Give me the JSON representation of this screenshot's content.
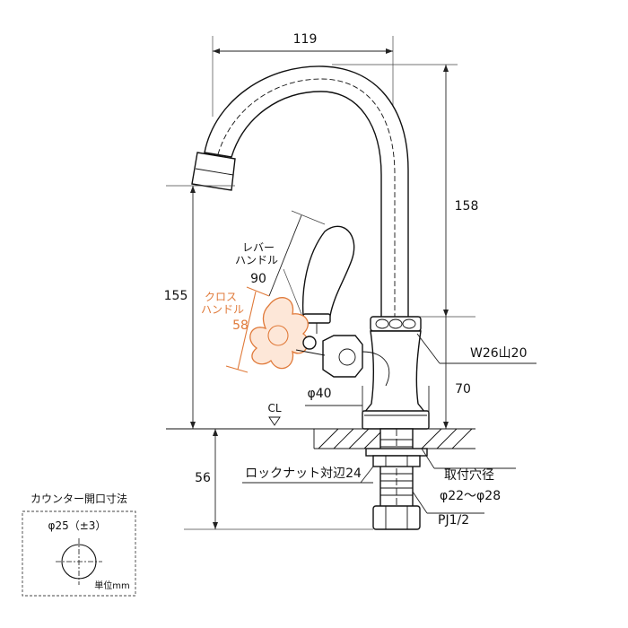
{
  "dimensions": {
    "width_119": "119",
    "height_158": "158",
    "height_155": "155",
    "lever_90": "90",
    "cross_58": "58",
    "height_70": "70",
    "under_56": "56",
    "base_dia": "φ40"
  },
  "labels": {
    "lever_handle_1": "レバー",
    "lever_handle_2": "ハンドル",
    "cross_handle_1": "クロス",
    "cross_handle_2": "ハンドル",
    "thread": "W26山20",
    "centerline": "CL",
    "lock_nut": "ロックナット対辺24",
    "mount_hole": "取付穴径",
    "mount_range": "φ22～φ28",
    "pipe_thread": "PJ1/2"
  },
  "counter_box": {
    "title": "カウンター開口寸法",
    "opening": "φ25（±3）",
    "unit": "単位mm"
  }
}
